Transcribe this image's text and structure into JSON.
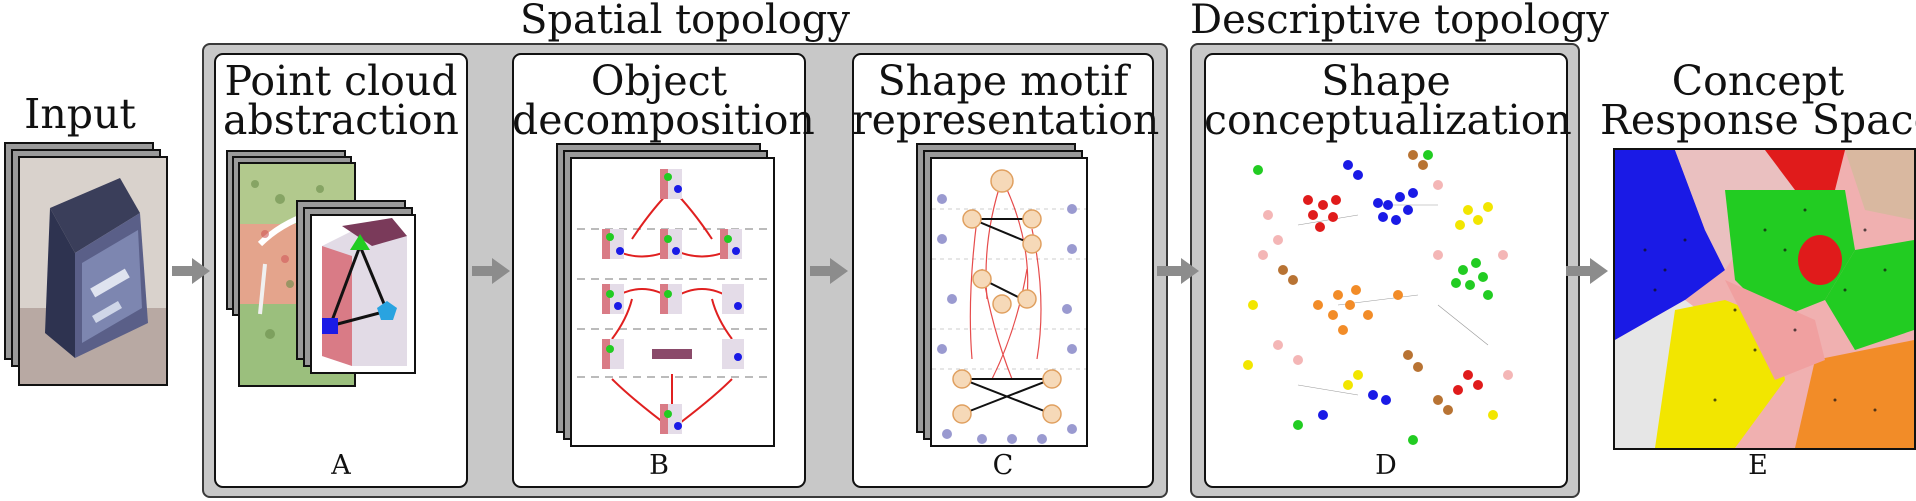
{
  "groups": {
    "spatial": {
      "title": "Spatial topology"
    },
    "descriptive": {
      "title": "Descriptive topology"
    }
  },
  "stages": {
    "input": {
      "heading_line1": "",
      "heading_line2": "Input"
    },
    "a": {
      "heading_line1": "Point cloud",
      "heading_line2": "abstraction",
      "letter": "A"
    },
    "b": {
      "heading_line1": "Object",
      "heading_line2": "decomposition",
      "letter": "B"
    },
    "c": {
      "heading_line1": "Shape motif",
      "heading_line2": "representation",
      "letter": "C"
    },
    "d": {
      "heading_line1": "Shape",
      "heading_line2": "conceptualization",
      "letter": "D"
    },
    "e": {
      "heading_line1": "Concept",
      "heading_line2": "Response Space",
      "letter": "E"
    }
  },
  "colors": {
    "group_fill": "#c8c8c8",
    "arrow": "#8c8c8c",
    "edge_red": "#e02020",
    "node_green": "#22cc22",
    "node_blue": "#1a1ae6",
    "node_cyan": "#29a3e0",
    "node_yellow": "#f2e600",
    "node_orange": "#f28c28",
    "node_brown": "#b87333",
    "node_pink": "#f4b6b6",
    "node_red": "#e01b1b"
  },
  "icons": {
    "stage_arrow": "right-arrow-icon",
    "triangle": "triangle-marker-icon",
    "square": "square-marker-icon",
    "pentagon": "pentagon-marker-icon"
  }
}
